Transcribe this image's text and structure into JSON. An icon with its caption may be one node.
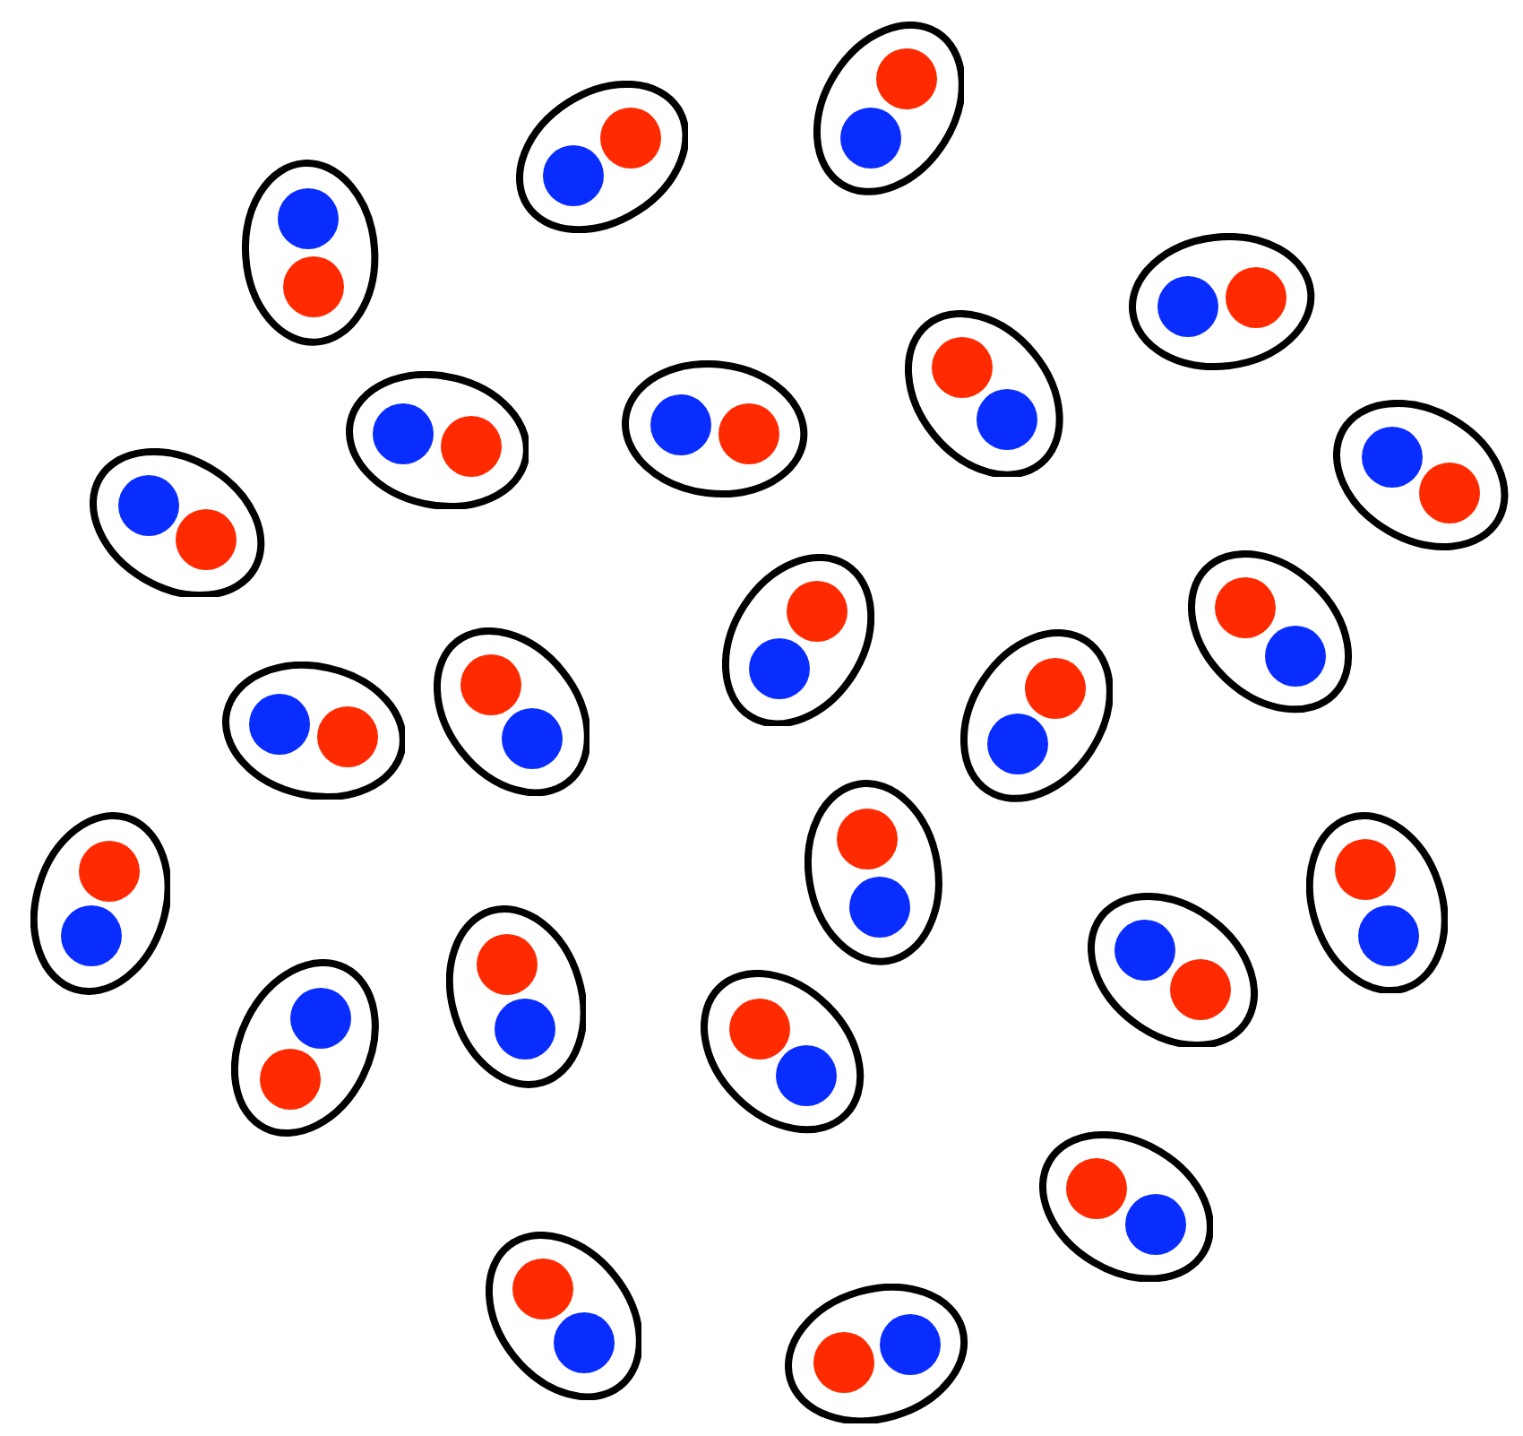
{
  "diagram": {
    "nodes": [
      {
        "text": [],
        "shape": "ellipse"
      },
      {
        "text": [],
        "shape": "circle",
        "in": 0
      },
      {
        "text": [],
        "shape": "circle",
        "in": 0
      },
      {
        "text": [],
        "shape": "ellipse"
      },
      {
        "text": [],
        "shape": "circle",
        "in": 3
      },
      {
        "text": [],
        "shape": "circle",
        "in": 3
      },
      {
        "text": [],
        "shape": "ellipse"
      },
      {
        "text": [],
        "shape": "circle",
        "in": 6
      },
      {
        "text": [],
        "shape": "circle",
        "in": 6
      },
      {
        "text": [],
        "shape": "ellipse"
      },
      {
        "text": [],
        "shape": "circle",
        "in": 9
      },
      {
        "text": [],
        "shape": "circle",
        "in": 9
      },
      {
        "text": [],
        "shape": "ellipse"
      },
      {
        "text": [],
        "shape": "circle",
        "in": 12
      },
      {
        "text": [],
        "shape": "circle",
        "in": 12
      },
      {
        "text": [],
        "shape": "ellipse"
      },
      {
        "text": [],
        "shape": "circle",
        "in": 15
      },
      {
        "text": [],
        "shape": "circle",
        "in": 15
      },
      {
        "text": [],
        "shape": "ellipse"
      },
      {
        "text": [],
        "shape": "circle",
        "in": 18
      },
      {
        "text": [],
        "shape": "circle",
        "in": 18
      },
      {
        "text": [],
        "shape": "ellipse"
      },
      {
        "text": [],
        "shape": "circle",
        "in": 21
      },
      {
        "text": [],
        "shape": "circle",
        "in": 21
      },
      {
        "text": [],
        "shape": "ellipse"
      },
      {
        "text": [],
        "shape": "circle",
        "in": 24
      },
      {
        "text": [],
        "shape": "circle",
        "in": 24
      },
      {
        "text": [],
        "shape": "ellipse"
      },
      {
        "text": [],
        "shape": "circle",
        "in": 27
      },
      {
        "text": [],
        "shape": "circle",
        "in": 27
      },
      {
        "text": [],
        "shape": "ellipse"
      },
      {
        "text": [],
        "shape": "circle",
        "in": 30
      },
      {
        "text": [],
        "shape": "circle",
        "in": 30
      },
      {
        "text": [],
        "shape": "ellipse"
      },
      {
        "text": [],
        "shape": "circle",
        "in": 33
      },
      {
        "text": [],
        "shape": "circle",
        "in": 33
      },
      {
        "text": [],
        "shape": "ellipse"
      },
      {
        "text": [],
        "shape": "circle",
        "in": 36
      },
      {
        "text": [],
        "shape": "circle",
        "in": 36
      },
      {
        "text": [],
        "shape": "ellipse"
      },
      {
        "text": [],
        "shape": "circle",
        "in": 39
      },
      {
        "text": [],
        "shape": "circle",
        "in": 39
      },
      {
        "text": [],
        "shape": "ellipse"
      },
      {
        "text": [],
        "shape": "circle",
        "in": 42
      },
      {
        "text": [],
        "shape": "circle",
        "in": 42
      },
      {
        "text": [],
        "shape": "ellipse"
      },
      {
        "text": [],
        "shape": "circle",
        "in": 45
      },
      {
        "text": [],
        "shape": "circle",
        "in": 45
      },
      {
        "text": [],
        "shape": "ellipse"
      },
      {
        "text": [],
        "shape": "circle",
        "in": 48
      },
      {
        "text": [],
        "shape": "circle",
        "in": 48
      },
      {
        "text": [],
        "shape": "ellipse"
      },
      {
        "text": [],
        "shape": "circle",
        "in": 51
      },
      {
        "text": [],
        "shape": "circle",
        "in": 51
      },
      {
        "text": [],
        "shape": "ellipse"
      },
      {
        "text": [],
        "shape": "circle",
        "in": 54
      },
      {
        "text": [],
        "shape": "circle",
        "in": 54
      },
      {
        "text": [],
        "shape": "ellipse"
      },
      {
        "text": [],
        "shape": "circle",
        "in": 57
      },
      {
        "text": [],
        "shape": "circle",
        "in": 57
      },
      {
        "text": [],
        "shape": "ellipse"
      },
      {
        "text": [],
        "shape": "circle",
        "in": 60
      },
      {
        "text": [],
        "shape": "circle",
        "in": 60
      },
      {
        "text": [],
        "shape": "ellipse"
      },
      {
        "text": [],
        "shape": "circle",
        "in": 63
      },
      {
        "text": [],
        "shape": "circle",
        "in": 63
      },
      {
        "text": [],
        "shape": "ellipse"
      },
      {
        "text": [],
        "shape": "circle",
        "in": 66
      },
      {
        "text": [],
        "shape": "circle",
        "in": 66
      },
      {
        "text": [],
        "shape": "ellipse"
      },
      {
        "text": [],
        "shape": "circle",
        "in": 69
      },
      {
        "text": [],
        "shape": "circle",
        "in": 69
      }
    ]
  }
}
